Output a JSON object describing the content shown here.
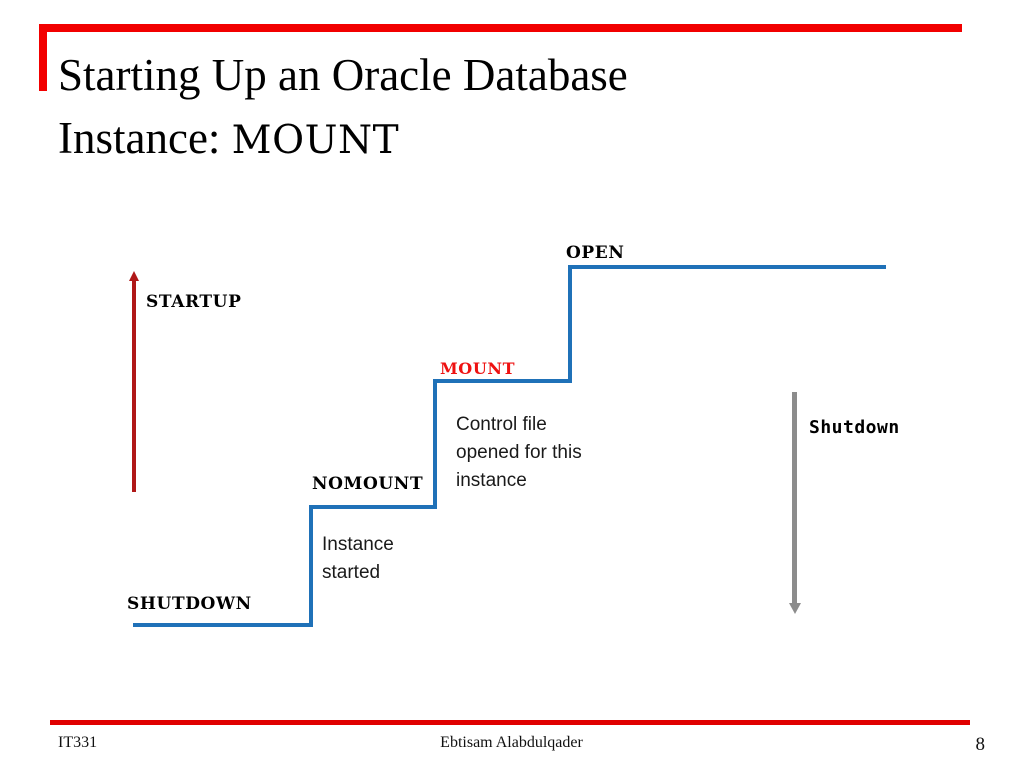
{
  "slide": {
    "title_line1": "Starting Up an Oracle Database",
    "title_line2_prefix": "Instance: ",
    "title_line2_mono": "MOUNT",
    "accent_red": "#F20000",
    "rule_red": "#E00000",
    "diagram_blue": "#1F71B8",
    "startup_arrow_color": "#B01818",
    "shutdown_arrow_color": "#8C8C8C",
    "mount_label_color": "#EE1111"
  },
  "diagram": {
    "states": [
      {
        "key": "shutdown",
        "label": "SHUTDOWN",
        "color": "#000000"
      },
      {
        "key": "nomount",
        "label": "NOMOUNT",
        "color": "#000000"
      },
      {
        "key": "mount",
        "label": "MOUNT",
        "color": "#EE1111"
      },
      {
        "key": "open",
        "label": "OPEN",
        "color": "#000000"
      }
    ],
    "notes": [
      {
        "key": "nomount-note",
        "text": "Instance\nstarted"
      },
      {
        "key": "mount-note",
        "text": "Control file\nopened for this\ninstance"
      }
    ],
    "startup_arrow_label": "STARTUP",
    "shutdown_arrow_label": "Shutdown"
  },
  "footer": {
    "course": "IT331",
    "author": "Ebtisam Alabdulqader",
    "page_number": "8"
  }
}
